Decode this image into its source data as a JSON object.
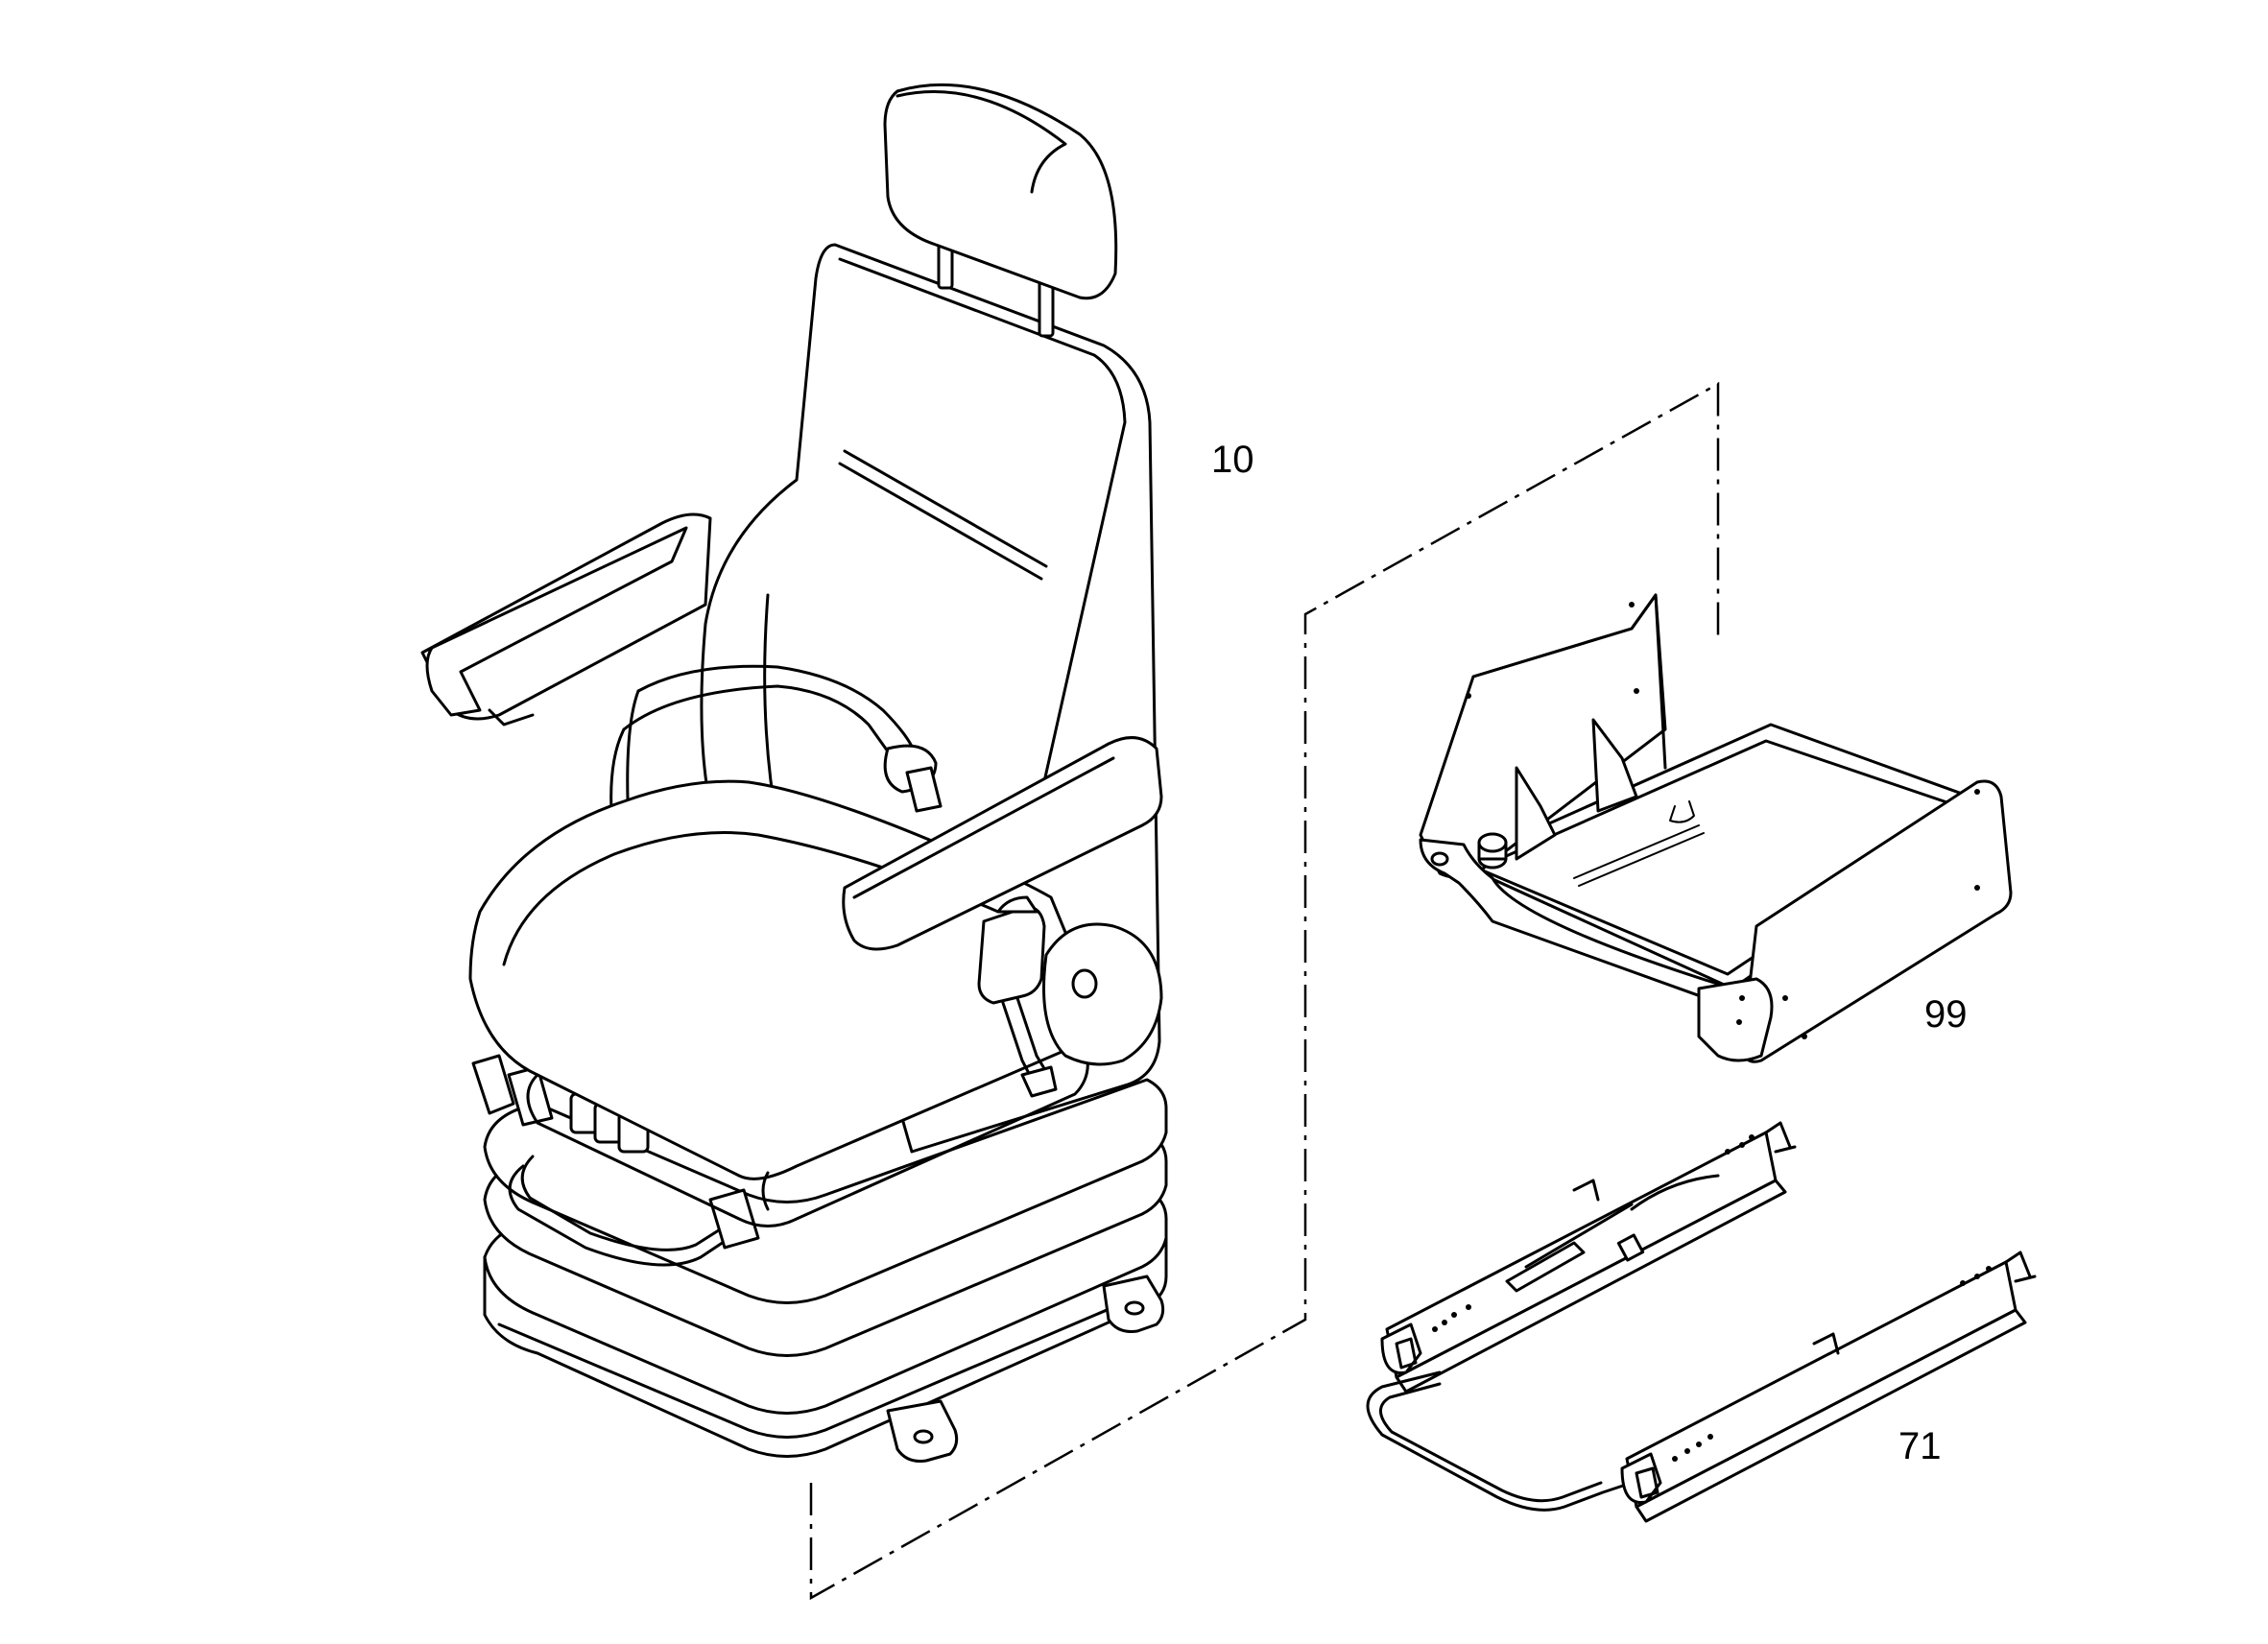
{
  "callouts": {
    "seat": "10",
    "console": "99",
    "slides": "71"
  }
}
